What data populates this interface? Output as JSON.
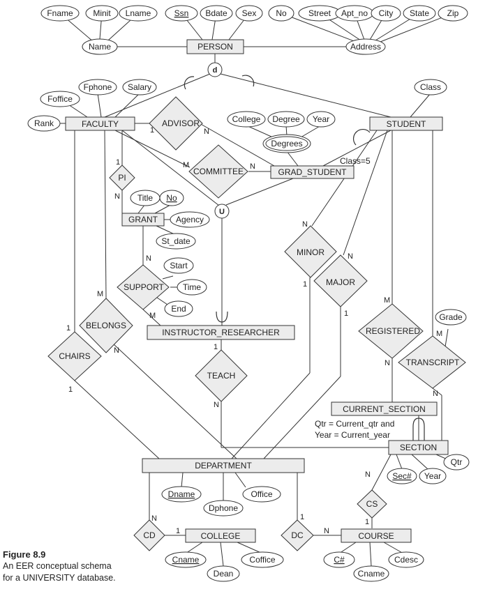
{
  "entities": {
    "person": "PERSON",
    "faculty": "FACULTY",
    "student": "STUDENT",
    "grad_student": "GRAD_STUDENT",
    "grant": "GRANT",
    "instructor_researcher": "INSTRUCTOR_RESEARCHER",
    "current_section": "CURRENT_SECTION",
    "section": "SECTION",
    "department": "DEPARTMENT",
    "college": "COLLEGE",
    "course": "COURSE"
  },
  "relationships": {
    "advisor": "ADVISOR",
    "committee": "COMMITTEE",
    "pi": "PI",
    "support": "SUPPORT",
    "belongs": "BELONGS",
    "chairs": "CHAIRS",
    "teach": "TEACH",
    "minor": "MINOR",
    "major": "MAJOR",
    "registered": "REGISTERED",
    "transcript": "TRANSCRIPT",
    "cs": "CS",
    "cd": "CD",
    "dc": "DC"
  },
  "attributes": {
    "fname": "Fname",
    "minit": "Minit",
    "lname": "Lname",
    "ssn": "Ssn",
    "bdate": "Bdate",
    "sex": "Sex",
    "no": "No",
    "street": "Street",
    "apt_no": "Apt_no",
    "city": "City",
    "state": "State",
    "zip": "Zip",
    "name": "Name",
    "address": "Address",
    "foffice": "Foffice",
    "fphone": "Fphone",
    "salary": "Salary",
    "rank": "Rank",
    "class": "Class",
    "college": "College",
    "degree": "Degree",
    "year": "Year",
    "degrees": "Degrees",
    "title": "Title",
    "grant_no": "No",
    "agency": "Agency",
    "st_date": "St_date",
    "start": "Start",
    "time": "Time",
    "end": "End",
    "grade": "Grade",
    "sec_no": "Sec#",
    "sec_year": "Year",
    "qtr": "Qtr",
    "dname": "Dname",
    "dphone": "Dphone",
    "office": "Office",
    "cname": "Cname",
    "dean": "Dean",
    "coffice": "Coffice",
    "c_no": "C#",
    "course_cname": "Cname",
    "cdesc": "Cdesc"
  },
  "annotations": {
    "disjoint": "d",
    "union": "U",
    "class_predicate": "Class=5",
    "current_predicate_line1": "Qtr = Current_qtr and",
    "current_predicate_line2": "Year = Current_year"
  },
  "cardinalities": {
    "advisor_faculty": "1",
    "advisor_grad": "N",
    "committee_faculty": "M",
    "committee_grad": "N",
    "pi_faculty": "1",
    "pi_grant": "N",
    "support_grant": "N",
    "support_ir": "M",
    "belongs_faculty": "M",
    "belongs_dept": "N",
    "chairs_faculty": "1",
    "chairs_dept": "1",
    "teach_ir": "1",
    "teach_section": "N",
    "minor_student": "N",
    "minor_dept": "1",
    "major_student": "N",
    "major_dept": "1",
    "registered_student": "M",
    "registered_section": "N",
    "transcript_student": "M",
    "transcript_section": "N",
    "cs_section": "N",
    "cs_course": "1",
    "cd_dept": "N",
    "cd_college": "1",
    "dc_dept": "1",
    "dc_course": "N"
  },
  "caption": {
    "figure": "Figure 8.9",
    "line1": "An EER conceptual schema",
    "line2": "for a UNIVERSITY database."
  },
  "colors": {
    "entity_fill": "#ececec",
    "line": "#333333",
    "background": "#ffffff"
  }
}
